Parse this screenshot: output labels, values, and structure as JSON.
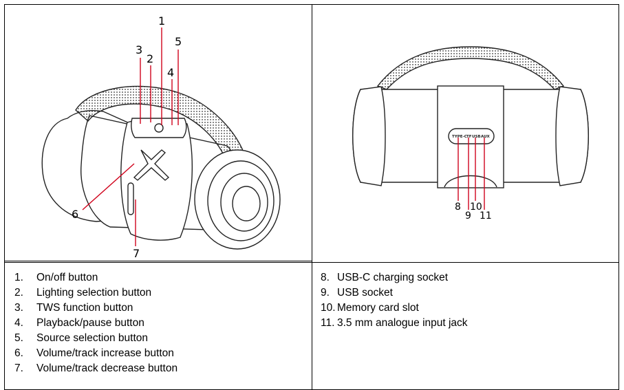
{
  "callouts_left": [
    "1",
    "2",
    "3",
    "4",
    "5",
    "6",
    "7"
  ],
  "callouts_right": [
    "8",
    "9",
    "10",
    "11"
  ],
  "port_labels": [
    "TYPE-C",
    "TF",
    "USB",
    "AUX"
  ],
  "list_left": [
    {
      "num": "1.",
      "label": "On/off button"
    },
    {
      "num": "2.",
      "label": "Lighting selection button"
    },
    {
      "num": "3.",
      "label": "TWS function button"
    },
    {
      "num": "4.",
      "label": "Playback/pause button"
    },
    {
      "num": "5.",
      "label": "Source selection button"
    },
    {
      "num": "6.",
      "label": "Volume/track increase button"
    },
    {
      "num": "7.",
      "label": "Volume/track decrease button"
    }
  ],
  "list_right": [
    {
      "num": "8.",
      "label": "USB-C charging socket"
    },
    {
      "num": "9.",
      "label": "USB socket"
    },
    {
      "num": "10.",
      "label": "Memory card slot"
    },
    {
      "num": "11.",
      "label": "3.5 mm analogue input jack"
    }
  ],
  "colors": {
    "callout_line": "#d0021b",
    "outline": "#222222",
    "border": "#000000"
  }
}
